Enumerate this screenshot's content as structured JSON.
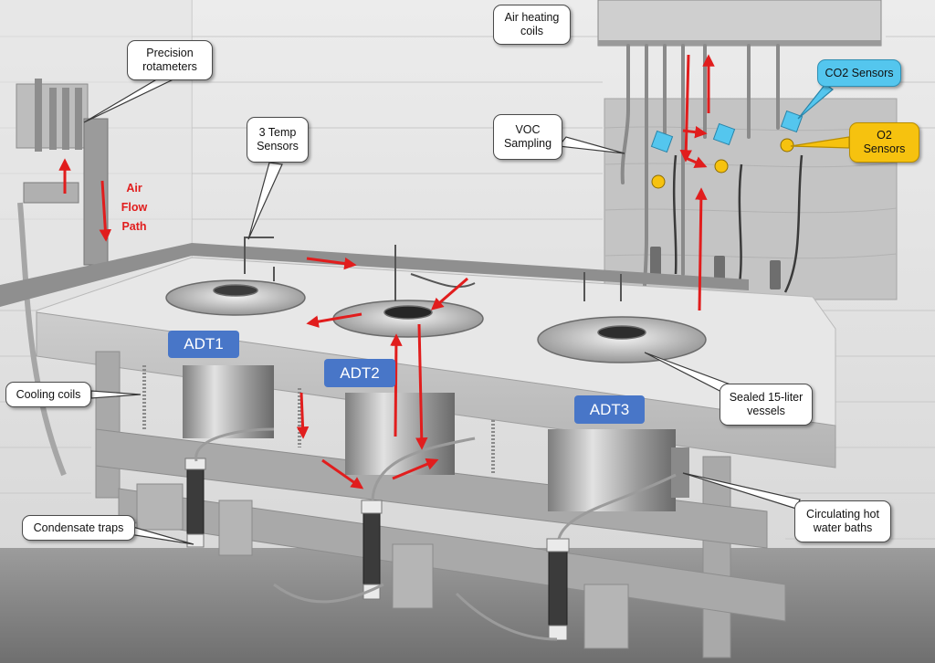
{
  "callouts": {
    "air_heating_coils": "Air heating\ncoils",
    "precision_rotameters": "Precision\nrotameters",
    "temp_sensors": "3 Temp\nSensors",
    "voc_sampling": "VOC\nSampling",
    "co2_sensors": "CO2 Sensors",
    "o2_sensors": "O2\nSensors",
    "cooling_coils": "Cooling coils",
    "sealed_vessels": "Sealed 15-liter\nvessels",
    "condensate_traps": "Condensate traps",
    "circulating_baths": "Circulating hot\nwater baths"
  },
  "flow_label": {
    "line1": "Air",
    "line2": "Flow",
    "line3": "Path"
  },
  "units": [
    "ADT1",
    "ADT2",
    "ADT3"
  ],
  "colors": {
    "callout_default": "#ffffff",
    "callout_co2": "#54c6ee",
    "callout_o2": "#f6c20f",
    "unit_tag": "#4876c8",
    "flow_arrow": "#e11d1d",
    "co2_marker": "#54c6ee",
    "o2_marker": "#f6c20f"
  }
}
